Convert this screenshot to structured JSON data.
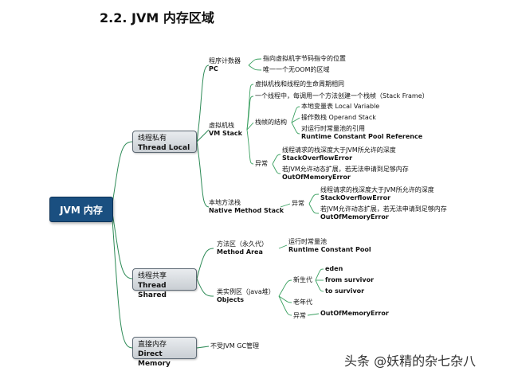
{
  "title": "2.2. JVM 内存区域",
  "root": "JVM 内存",
  "thread_local": {
    "label_cn": "线程私有",
    "label_en": "Thread Local",
    "pc": {
      "cn": "程序计数器",
      "en": "PC",
      "items": [
        "指向虚拟机字节码指令的位置",
        "唯一一个无OOM的区域"
      ]
    },
    "vm_stack": {
      "cn": "虚拟机栈",
      "en": "VM Stack",
      "lifecycle": "虚拟机栈和线程的生命周期相同",
      "frame": "一个线程中，每调用一个方法创建一个栈帧（Stack Frame）",
      "frame_struct": "栈帧的结构",
      "frame_items": [
        "本地变量表 Local Variable",
        "操作数栈 Operand Stack",
        "对运行时常量池的引用",
        "Runtime Constant Pool Reference"
      ],
      "exception": "异常",
      "exc_items": [
        "线程请求的栈深度大于JVM所允许的深度",
        "StackOverflowError",
        "若JVM允许动态扩展，若无法申请到足够内存",
        "OutOfMemoryError"
      ]
    },
    "native_stack": {
      "cn": "本地方法栈",
      "en": "Native Method Stack",
      "exception": "异常",
      "exc_items": [
        "线程请求的栈深度大于JVM所允许的深度",
        "StackOverflowError",
        "若JVM允许动态扩展，若无法申请到足够内存",
        "OutOfMemoryError"
      ]
    }
  },
  "thread_shared": {
    "label_cn": "线程共享",
    "label_en": "Thread Shared",
    "method_area": {
      "cn": "方法区（永久代）",
      "en": "Method Area",
      "items": [
        "运行时常量池",
        "Runtime Constant Pool"
      ]
    },
    "objects": {
      "cn": "类实例区（java堆）",
      "en": "Objects",
      "young": "新生代",
      "young_items": [
        "eden",
        "from survivor",
        "to survivor"
      ],
      "old": "老年代",
      "exception": "异常",
      "exc_item": "OutOfMemoryError"
    }
  },
  "direct_memory": {
    "label_cn": "直接内存",
    "label_en": "Direct Memory",
    "item": "不受JVM GC管理"
  },
  "watermark": "头条 @妖精的杂七杂八"
}
